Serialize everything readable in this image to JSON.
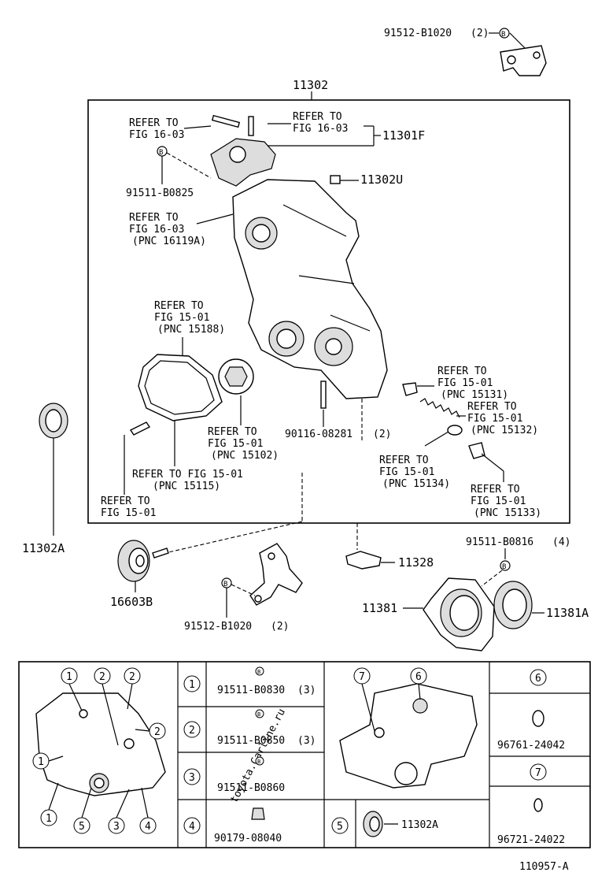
{
  "watermark": "toyota.Carline.ru",
  "labels": {
    "top_bolt": "91512-B1020",
    "top_bolt_qty": "(2)",
    "assembly": "11302",
    "refer_a_1": "REFER TO",
    "refer_a_2": "FIG 16-03",
    "refer_b_1": "REFER TO",
    "refer_b_2": "FIG 16-03",
    "gasket_set": "11301F",
    "cover_part": "11302U",
    "bolt_0825": "91511-B0825",
    "refer_c_1": "REFER TO",
    "refer_c_2": "FIG 16-03",
    "refer_c_3": "(PNC 16119A)",
    "refer_d_1": "REFER TO",
    "refer_d_2": "FIG 15-01",
    "refer_d_3": "(PNC 15188)",
    "refer_e_1": "REFER TO",
    "refer_e_2": "FIG 15-01",
    "refer_e_3": "(PNC 15131)",
    "refer_f_1": "REFER TO",
    "refer_f_2": "FIG 15-01",
    "refer_f_3": "(PNC 15132)",
    "refer_g_1": "REFER TO",
    "refer_g_2": "FIG 15-01",
    "refer_g_3": "(PNC 15102)",
    "stud": "90116-08281",
    "stud_qty": "(2)",
    "refer_h_1": "REFER TO",
    "refer_h_2": "FIG 15-01",
    "refer_h_3": "(PNC 15134)",
    "refer_i_1": "REFER TO FIG 15-01",
    "refer_i_2": "(PNC 15115)",
    "refer_j_1": "REFER TO",
    "refer_j_2": "FIG 15-01",
    "refer_j_3": "(PNC 15133)",
    "refer_k_1": "REFER TO",
    "refer_k_2": "FIG 15-01",
    "seal_left": "11302A",
    "pulley": "16603B",
    "bolt_0816": "91511-B0816",
    "bolt_0816_qty": "(4)",
    "gasket": "11328",
    "retainer": "11381",
    "retainer_seal": "11381A",
    "bracket_bolt": "91512-B1020",
    "bracket_bolt_qty": "(2)",
    "figure_id": "110957-A"
  },
  "table": {
    "rows": [
      {
        "num": "1",
        "part": "91511-B0830",
        "qty": "(3)"
      },
      {
        "num": "2",
        "part": "91511-B0850",
        "qty": "(3)"
      },
      {
        "num": "3",
        "part": "91511-B0860",
        "qty": ""
      },
      {
        "num": "4",
        "part": "90179-08040",
        "qty": ""
      }
    ],
    "row5_num": "5",
    "row5_part": "11302A",
    "col6_num": "6",
    "col6_part": "96761-24042",
    "col7_num": "7",
    "col7_part": "96721-24022",
    "inset_left": [
      "1",
      "2",
      "2",
      "2",
      "1",
      "1",
      "5",
      "3",
      "4"
    ],
    "inset_right": [
      "7",
      "6"
    ],
    "bolt_glyph": "B"
  }
}
